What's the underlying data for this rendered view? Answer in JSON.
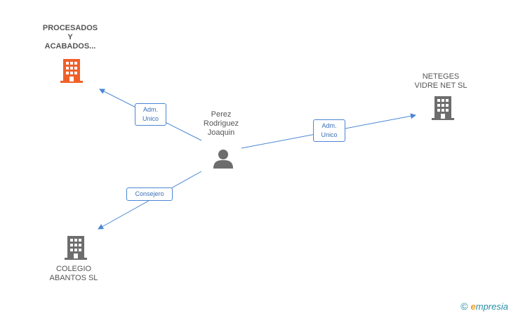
{
  "colors": {
    "edge": "#4a86d4",
    "building_main": "#f0602a",
    "building": "#6d6d6d",
    "person": "#6d6d6d"
  },
  "nodes": {
    "center": {
      "label": "Perez\nRodriguez\nJoaquin",
      "icon": "person-icon"
    },
    "procesados": {
      "label": "PROCESADOS\nY\nACABADOS...",
      "icon": "building-icon"
    },
    "neteges": {
      "label": "NETEGES\nVIDRE NET SL",
      "icon": "building-icon"
    },
    "colegio": {
      "label": "COLEGIO\nABANTOS SL",
      "icon": "building-icon"
    }
  },
  "edges": [
    {
      "label": "Adm.\nUnico",
      "target": "procesados"
    },
    {
      "label": "Adm.\nUnico",
      "target": "neteges"
    },
    {
      "label": "Consejero",
      "target": "colegio"
    }
  ],
  "footer": {
    "copyright": "©",
    "brand_first": "e",
    "brand_rest": "mpresia"
  }
}
